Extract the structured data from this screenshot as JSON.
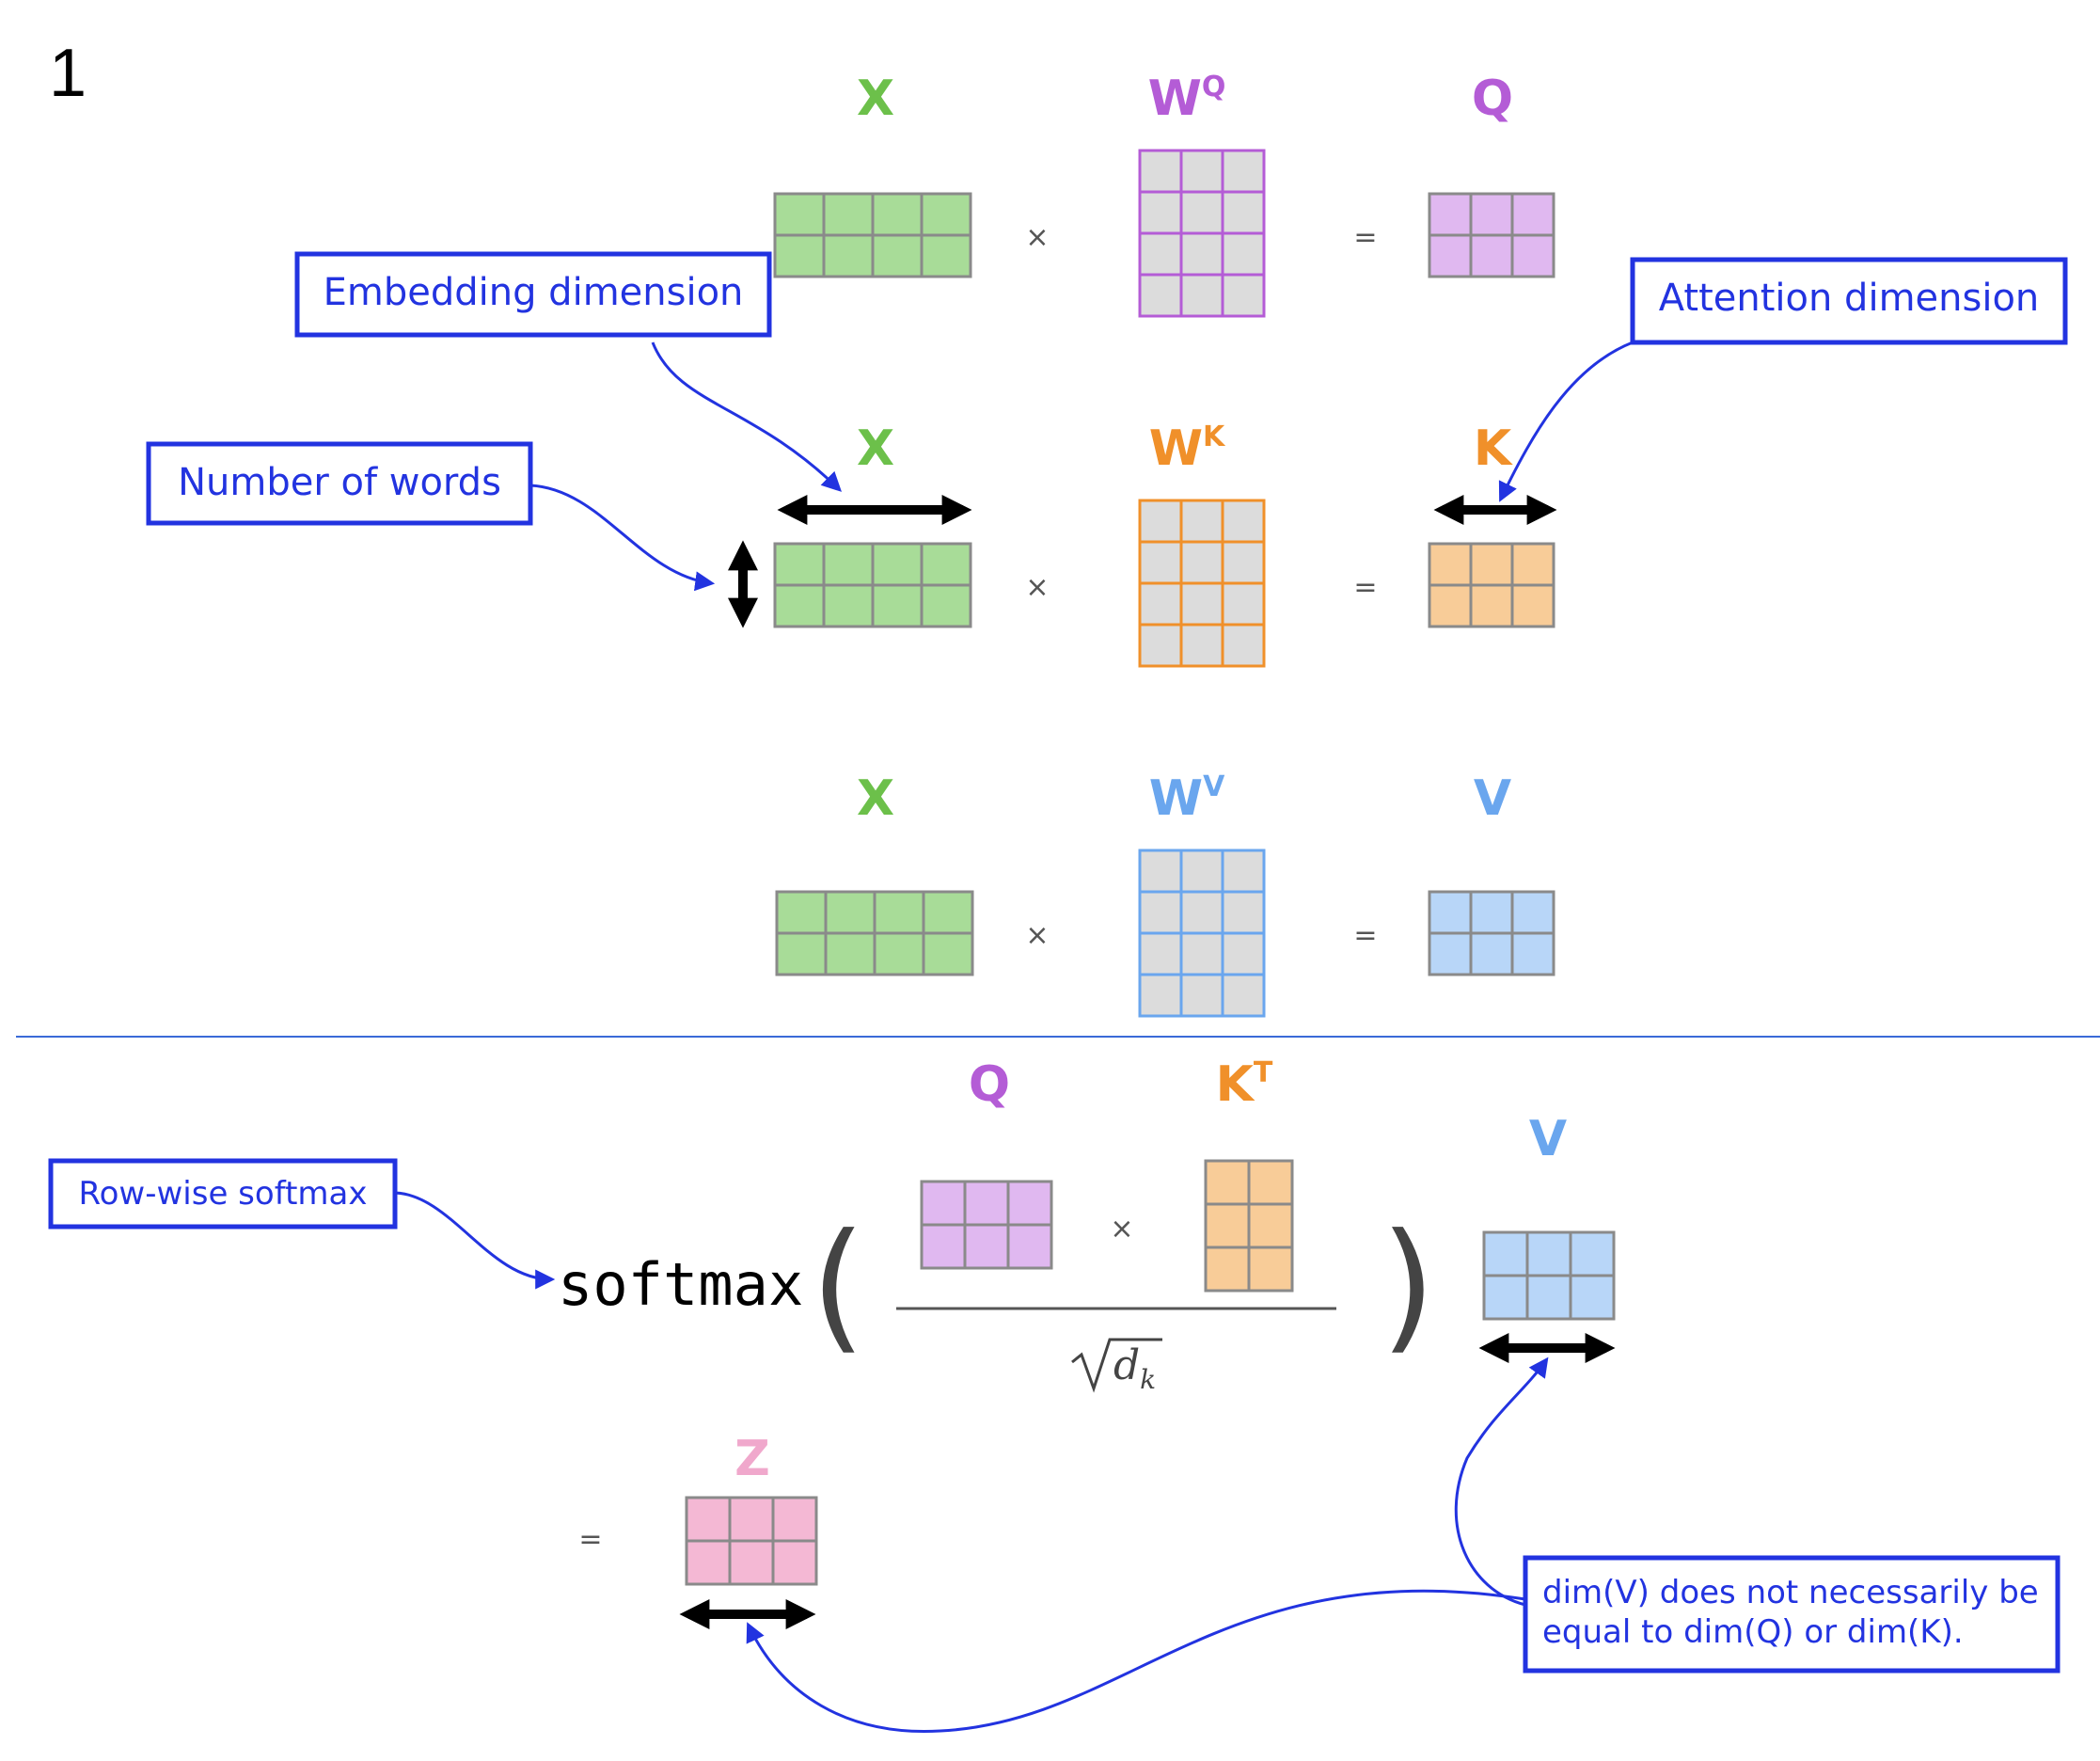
{
  "figure_number": "1",
  "colors": {
    "x_green": "#6cc04a",
    "q_purple": "#b45cd6",
    "k_orange": "#f0902a",
    "v_blue": "#6aa6ee",
    "z_pink": "#f0a8cc",
    "annotation_blue": "#2233e0",
    "weight_cell_fill": "#dcdcdc",
    "x_fill": "#a8dc98",
    "q_fill": "#e0b8f0",
    "k_fill": "#f8cc98",
    "v_fill": "#b8d6f8",
    "z_fill": "#f4b8d4"
  },
  "rows": [
    {
      "input": "X",
      "weight_base": "W",
      "weight_sup": "Q",
      "output": "Q",
      "times": "×",
      "equals": "="
    },
    {
      "input": "X",
      "weight_base": "W",
      "weight_sup": "K",
      "output": "K",
      "times": "×",
      "equals": "="
    },
    {
      "input": "X",
      "weight_base": "W",
      "weight_sup": "V",
      "output": "V",
      "times": "×",
      "equals": "="
    }
  ],
  "formula": {
    "q_label": "Q",
    "k_label_base": "K",
    "k_label_sup": "T",
    "v_label": "V",
    "z_label": "Z",
    "softmax": "softmax",
    "times": "×",
    "equals": "=",
    "open_paren": "(",
    "close_paren": ")",
    "denominator_var": "d",
    "denominator_sub": "k"
  },
  "callouts": {
    "embedding": "Embedding dimension",
    "words": "Number of words",
    "attention": "Attention dimension",
    "softmax_note": "Row-wise softmax",
    "dim_note_line1": "dim(V) does not necessarily be",
    "dim_note_line2": "equal to dim(Q) or dim(K)."
  }
}
